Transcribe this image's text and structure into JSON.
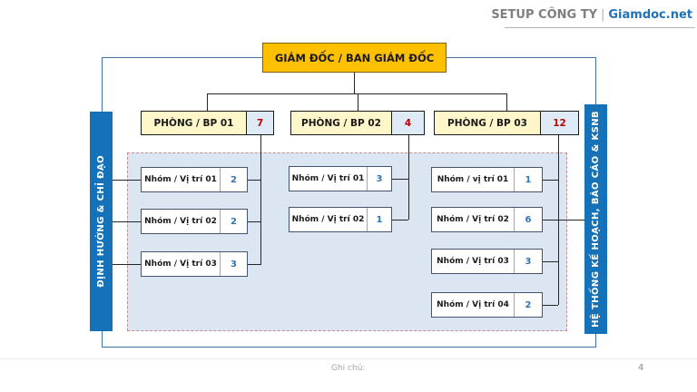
{
  "header": {
    "title": "SETUP CÔNG TY",
    "separator": "|",
    "brand": "Giamdoc.net"
  },
  "top_box": {
    "label": "GIÁM ĐỐC / BAN GIÁM ĐỐC"
  },
  "left_bar": {
    "label": "ĐỊNH HƯỚNG & CHỈ ĐẠO"
  },
  "right_bar": {
    "label": "HỆ THỐNG KẾ HOẠCH, BÁO CÁO & KSNB"
  },
  "departments": [
    {
      "label": "PHÒNG / BP 01",
      "count": "7",
      "groups": [
        {
          "label": "Nhóm / Vị trí 01",
          "count": "2"
        },
        {
          "label": "Nhóm / Vị trí 02",
          "count": "2"
        },
        {
          "label": "Nhóm / Vị trí 03",
          "count": "3"
        }
      ]
    },
    {
      "label": "PHÒNG / BP 02",
      "count": "4",
      "groups": [
        {
          "label": "Nhóm / Vị trí 01",
          "count": "3"
        },
        {
          "label": "Nhóm / Vị trí 02",
          "count": "1"
        }
      ]
    },
    {
      "label": "PHÒNG / BP 03",
      "count": "12",
      "groups": [
        {
          "label": "Nhóm / vị trí 01",
          "count": "1"
        },
        {
          "label": "Nhóm / Vị trí 02",
          "count": "6"
        },
        {
          "label": "Nhóm / Vị trí 03",
          "count": "3"
        },
        {
          "label": "Nhóm / Vị trí 04",
          "count": "2"
        }
      ]
    }
  ],
  "footer": {
    "note": "Ghi chú:",
    "page": "4"
  },
  "colors": {
    "bar_blue": "#1572B8",
    "top_box_fill": "#FFC000",
    "dept_fill": "#FFF6C9",
    "count_cell_fill": "#DEEBF7",
    "count_red": "#C00000",
    "count_blue": "#2E75B6",
    "panel_fill": "#DCE6F2",
    "connector_blue": "#41719C",
    "connector_black": "#262626",
    "brand_blue": "#1F72B8"
  }
}
